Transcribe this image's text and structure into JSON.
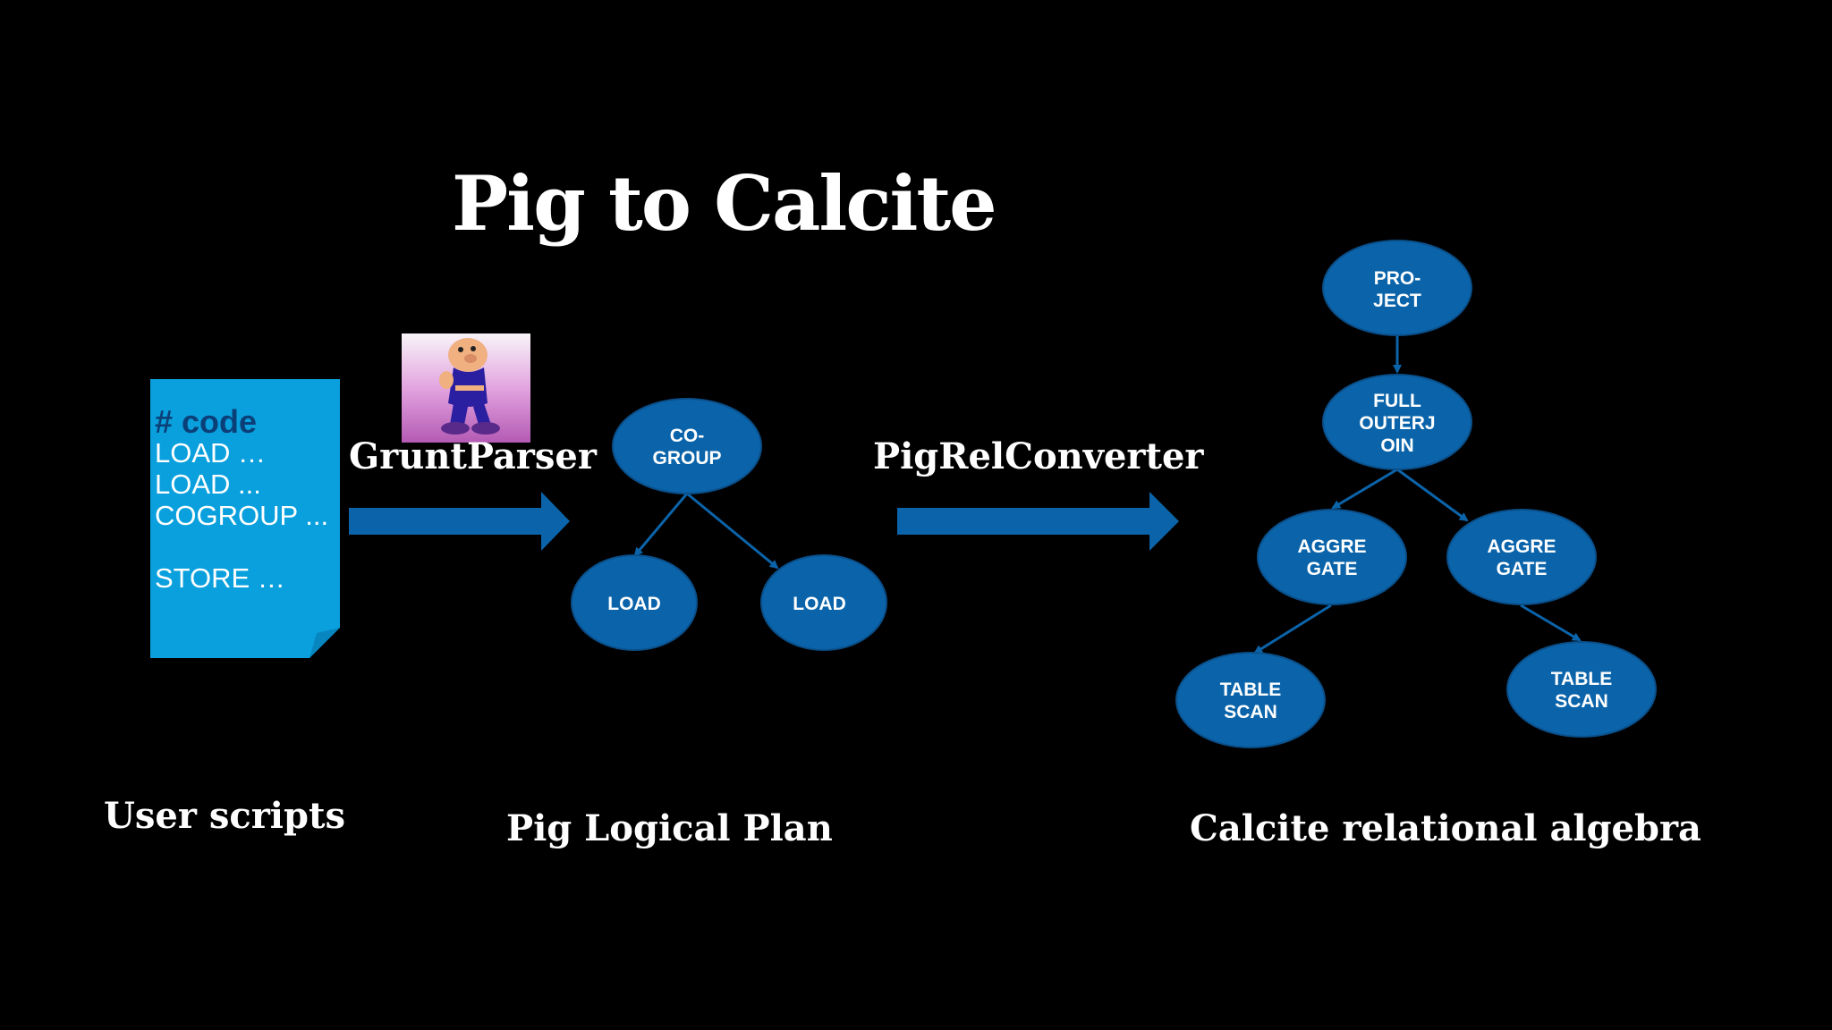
{
  "title": "Pig to Calcite",
  "user_script": {
    "heading": "# code",
    "lines": [
      "LOAD …",
      "LOAD ...",
      "COGROUP ...",
      "",
      "STORE …"
    ],
    "caption": "User scripts"
  },
  "pig_logo": {
    "icon": "pig-mascot-icon"
  },
  "steps": {
    "parser": "GruntParser",
    "converter": "PigRelConverter"
  },
  "pig_plan": {
    "caption": "Pig Logical Plan",
    "nodes": {
      "cogroup": [
        "CO-",
        "GROUP"
      ],
      "load_left": [
        "LOAD"
      ],
      "load_right": [
        "LOAD"
      ]
    }
  },
  "calcite_plan": {
    "caption": "Calcite relational algebra",
    "nodes": {
      "project": [
        "PRO-",
        "JECT"
      ],
      "full_outer_join": [
        "FULL",
        "OUTERJ",
        "OIN"
      ],
      "aggregate_left": [
        "AGGRE",
        "GATE"
      ],
      "aggregate_right": [
        "AGGRE",
        "GATE"
      ],
      "table_scan_left": [
        "TABLE",
        "SCAN"
      ],
      "table_scan_right": [
        "TABLE",
        "SCAN"
      ]
    }
  },
  "colors": {
    "background": "#000000",
    "node_fill": "#0b64aa",
    "arrow": "#0b64aa",
    "document": "#0aa0dd",
    "text": "#ffffff"
  }
}
